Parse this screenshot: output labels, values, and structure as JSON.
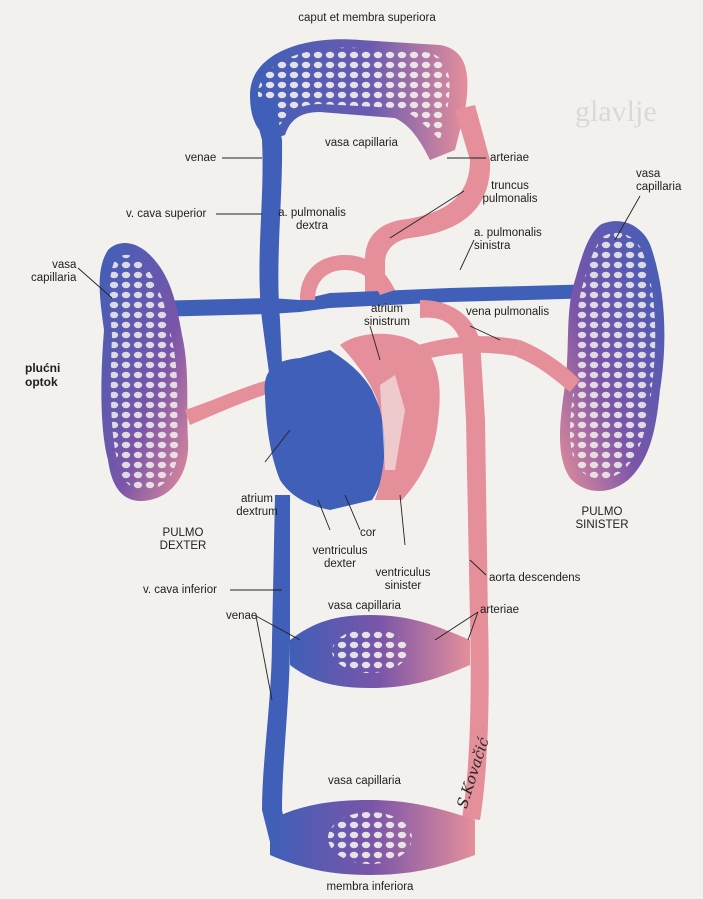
{
  "labels": {
    "top": "caput et membra superiora",
    "bottom": "membra inferiora",
    "vasa_capillaria_top": "vasa capillaria",
    "venae_top": "venae",
    "arteriae_top": "arteriae",
    "truncus": "truncus\npulmonalis",
    "v_cava_superior": "v. cava superior",
    "a_pulm_dextra": "a. pulmonalis\ndextra",
    "a_pulm_sinistra": "a. pulmonalis\nsinistra",
    "vasa_cap_left": "vasa\ncapillaria",
    "vasa_cap_right": "vasa\ncapillaria",
    "plucni": "plućni\noptok",
    "atrium_sinistrum": "atrium\nsinistrum",
    "vena_pulmonalis": "vena pulmonalis",
    "atrium_dextrum": "atrium\ndextrum",
    "pulmo_dexter": "PULMO\nDEXTER",
    "pulmo_sinister": "PULMO\nSINISTER",
    "cor": "cor",
    "ventriculus_dexter": "ventriculus\ndexter",
    "ventriculus_sinister": "ventriculus\nsinister",
    "aorta_descendens": "aorta descendens",
    "v_cava_inferior": "v. cava inferior",
    "vasa_capillaria_mid": "vasa capillaria",
    "venae_lower": "venae",
    "arteriae_lower": "arteriae",
    "vasa_capillaria_bottom": "vasa capillaria",
    "signature": "S.Kovačić"
  },
  "colors": {
    "vein": "#3f5fb8",
    "artery": "#e58f9b",
    "capillary_mix": "#7a55a8",
    "paper": "#f3f1ed",
    "ink": "#1e1e1e"
  }
}
